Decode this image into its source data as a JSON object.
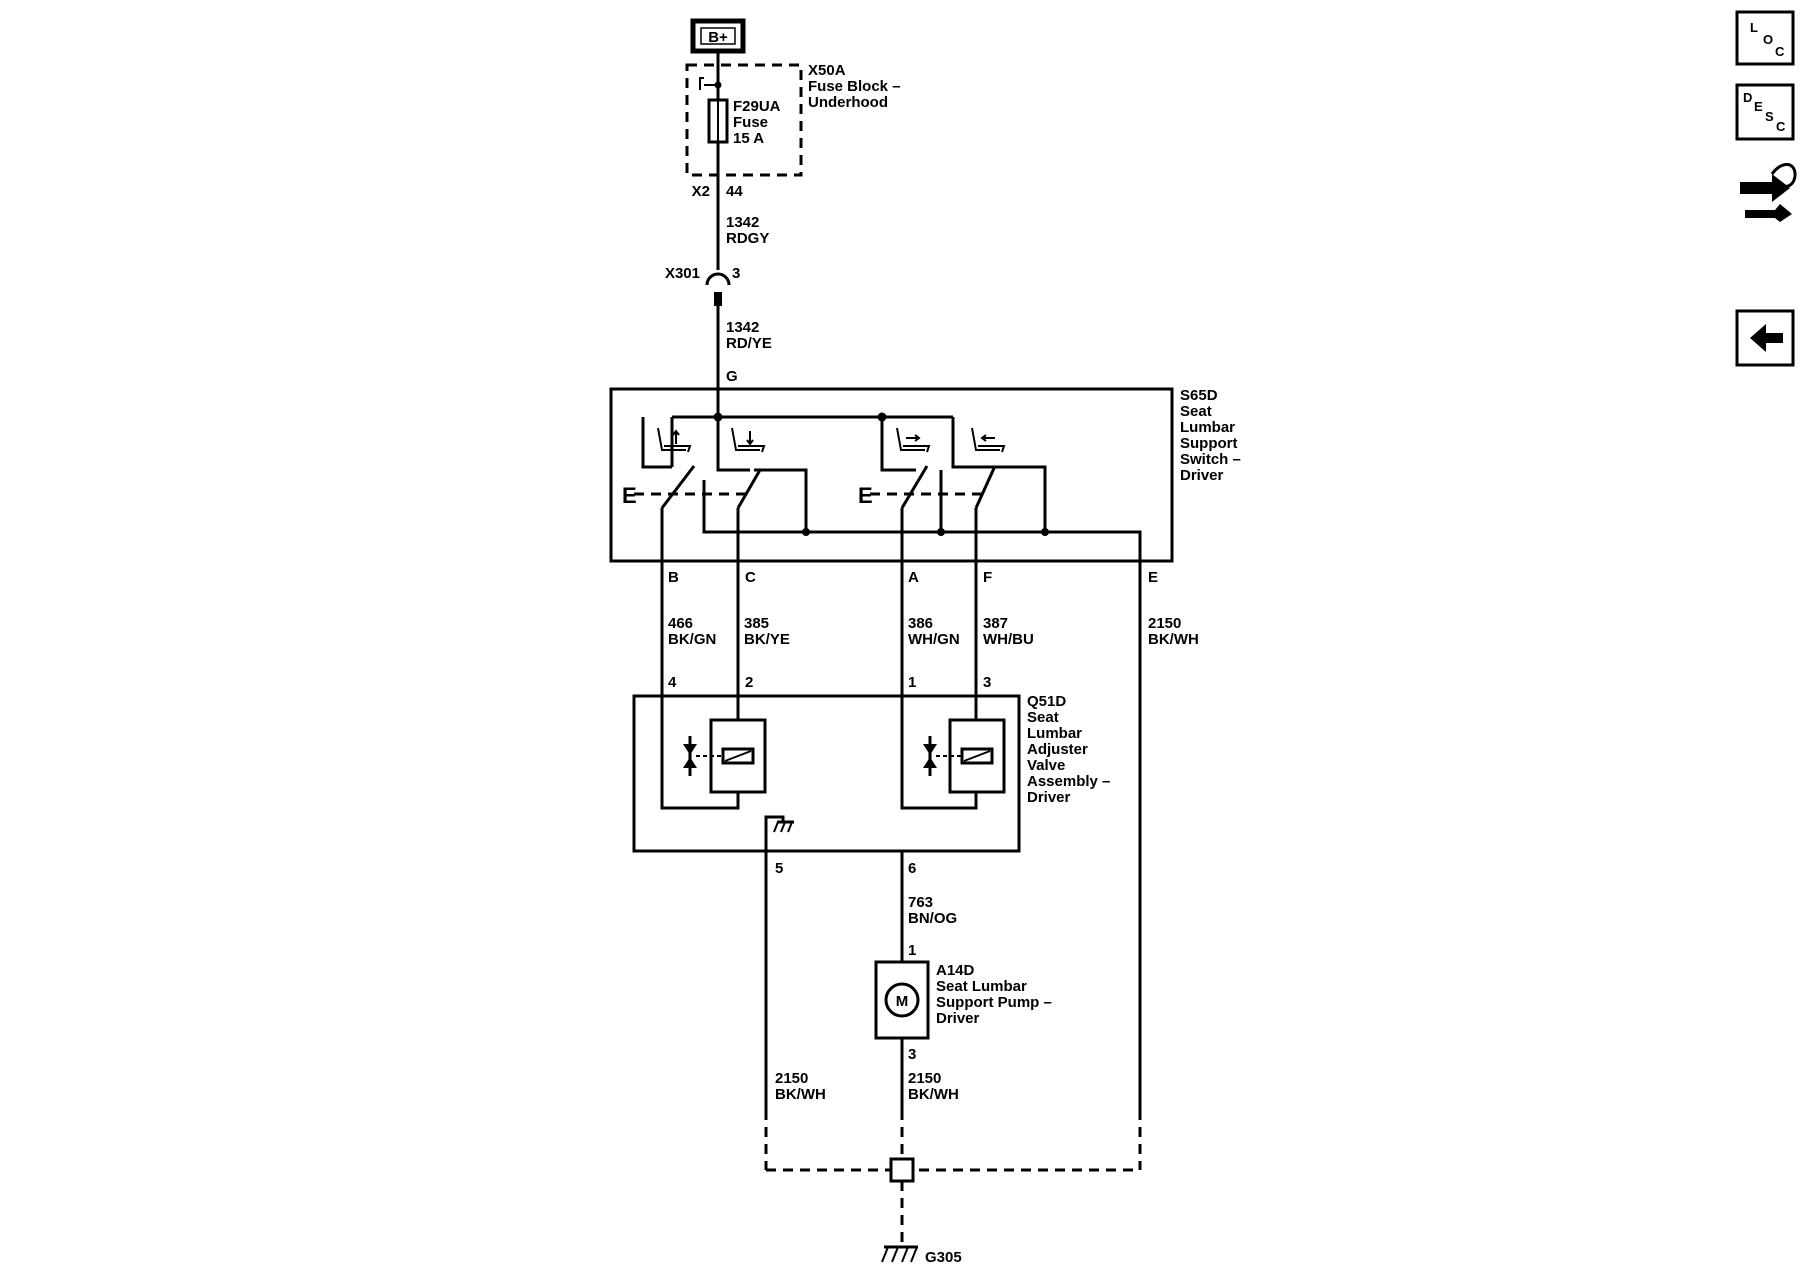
{
  "power": {
    "label": "B+"
  },
  "fuse_block": {
    "line1": "X50A",
    "line2": "Fuse Block –",
    "line3": "Underhood"
  },
  "fuse": {
    "line1": "F29UA",
    "line2": "Fuse",
    "line3": "15 A"
  },
  "fuse_pins": {
    "connector": "X2",
    "pin": "44"
  },
  "wire_1342_a": {
    "circuit": "1342",
    "color": "RDGY"
  },
  "inline_connector": {
    "name": "X301",
    "pin": "3"
  },
  "wire_1342_b": {
    "circuit": "1342",
    "color": "RD/YE"
  },
  "switch": {
    "pin_in": "G",
    "lines": [
      "S65D",
      "Seat",
      "Lumbar",
      "Support",
      "Switch –",
      "Driver"
    ],
    "e_marker": "E",
    "pins": [
      "B",
      "C",
      "A",
      "F",
      "E"
    ]
  },
  "wires_mid": [
    {
      "circuit": "466",
      "color": "BK/GN"
    },
    {
      "circuit": "385",
      "color": "BK/YE"
    },
    {
      "circuit": "386",
      "color": "WH/GN"
    },
    {
      "circuit": "387",
      "color": "WH/BU"
    },
    {
      "circuit": "2150",
      "color": "BK/WH"
    }
  ],
  "valve": {
    "pins_top": [
      "4",
      "2",
      "1",
      "3"
    ],
    "lines": [
      "Q51D",
      "Seat",
      "Lumbar",
      "Adjuster",
      "Valve",
      "Assembly –",
      "Driver"
    ],
    "pin_ground": "5",
    "pin_pump": "6"
  },
  "wire_763": {
    "circuit": "763",
    "color": "BN/OG"
  },
  "pump": {
    "pin_top": "1",
    "pin_bottom": "3",
    "symbol": "M",
    "lines": [
      "A14D",
      "Seat Lumbar",
      "Support Pump –",
      "Driver"
    ]
  },
  "wire_2150_left": {
    "circuit": "2150",
    "color": "BK/WH"
  },
  "wire_2150_mid": {
    "circuit": "2150",
    "color": "BK/WH"
  },
  "ground": {
    "label": "G305"
  },
  "nav": {
    "loc": {
      "l1": "L",
      "l2": "O",
      "l3": "C"
    },
    "desc": {
      "l1": "D",
      "l2": "E",
      "l3": "S",
      "l4": "C"
    },
    "back_icon": "arrow-left-icon",
    "swap_icon": "swap-tools-icon"
  }
}
